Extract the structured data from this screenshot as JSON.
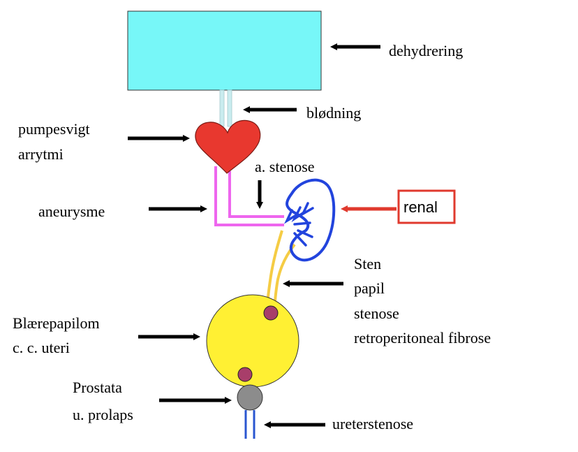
{
  "labels": {
    "dehydrering": "dehydrering",
    "blodning": "blødning",
    "pumpesvigt": "pumpesvigt",
    "arrytmi": "arrytmi",
    "a_stenose": "a. stenose",
    "aneurysme": "aneurysme",
    "renal": "renal",
    "sten": "Sten",
    "papil": "papil",
    "stenose": "stenose",
    "retroperitoneal_fibrose": "retroperitoneal fibrose",
    "blaerepapilom": "Blærepapilom",
    "c_c_uteri": "c. c. uteri",
    "prostata": "Prostata",
    "u_prolaps": "u. prolaps",
    "ureterstenose": "ureterstenose"
  },
  "colors": {
    "container_fill": "#77f7f8",
    "tube": "#c9ecef",
    "heart": "#e8382f",
    "aorta": "#ee66ee",
    "kidney": "#2244dd",
    "ureter": "#f5cc44",
    "bladder": "#fff033",
    "stone": "#a83e6a",
    "prostate": "#8c8c8c",
    "urethra": "#2a56d0",
    "renal_highlight": "#e03a2e",
    "arrow": "#000000"
  },
  "icons": {
    "container": "fluid-reservoir",
    "heart": "heart-icon",
    "kidney": "kidney-icon",
    "bladder": "bladder-icon",
    "prostate": "prostate-icon"
  }
}
